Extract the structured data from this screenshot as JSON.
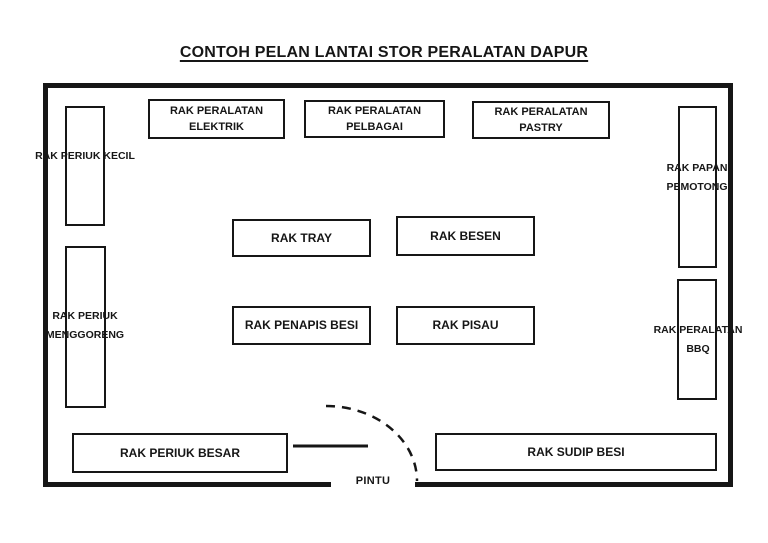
{
  "title": "CONTOH PELAN LANTAI STOR PERALATAN DAPUR",
  "door": {
    "label": "PINTU"
  },
  "colors": {
    "ink": "#161616",
    "paper": "#ffffff"
  },
  "racks": [
    {
      "name": "rak-peralatan-elektrik",
      "label": "RAK PERALATAN ELEKTRIK"
    },
    {
      "name": "rak-peralatan-pelbagai",
      "label": "RAK PERALATAN PELBAGAI"
    },
    {
      "name": "rak-peralatan-pastry",
      "label": "RAK PERALATAN PASTRY"
    },
    {
      "name": "rak-periuk-kecil",
      "label": "RAK PERIUK KECIL"
    },
    {
      "name": "rak-papan-pemotong",
      "label": "RAK PAPAN PEMOTONG"
    },
    {
      "name": "rak-tray",
      "label": "RAK TRAY"
    },
    {
      "name": "rak-besen",
      "label": "RAK BESEN"
    },
    {
      "name": "rak-penapis-besi",
      "label": "RAK PENAPIS BESI"
    },
    {
      "name": "rak-pisau",
      "label": "RAK PISAU"
    },
    {
      "name": "rak-periuk-menggoreng",
      "label": "RAK PERIUK MENGGORENG"
    },
    {
      "name": "rak-peralatan-bbq",
      "label": "RAK PERALATAN BBQ"
    },
    {
      "name": "rak-periuk-besar",
      "label": "RAK PERIUK BESAR"
    },
    {
      "name": "rak-sudip-besi",
      "label": "RAK SUDIP BESI"
    }
  ]
}
